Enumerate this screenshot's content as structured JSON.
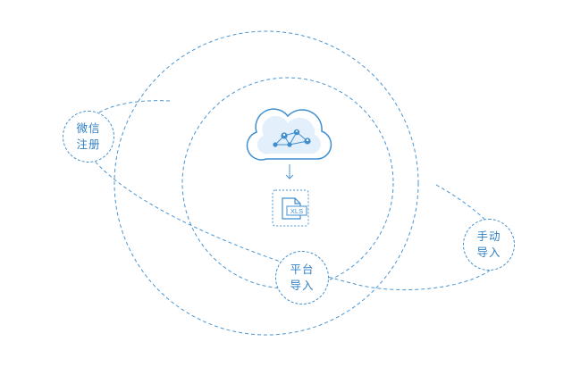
{
  "colors": {
    "accent": "#3f8fd0",
    "text": "#2f7fc3",
    "cloud_fill": "#e3f0fb",
    "background": "#ffffff"
  },
  "nodes": {
    "wechat": {
      "line1": "微信",
      "line2": "注册"
    },
    "platform": {
      "line1": "平台",
      "line2": "导入"
    },
    "manual": {
      "line1": "手动",
      "line2": "导入"
    }
  },
  "file_icon": {
    "label": "XLS",
    "icon": "spreadsheet-file-icon"
  },
  "cloud": {
    "icon": "cloud-network-icon"
  }
}
